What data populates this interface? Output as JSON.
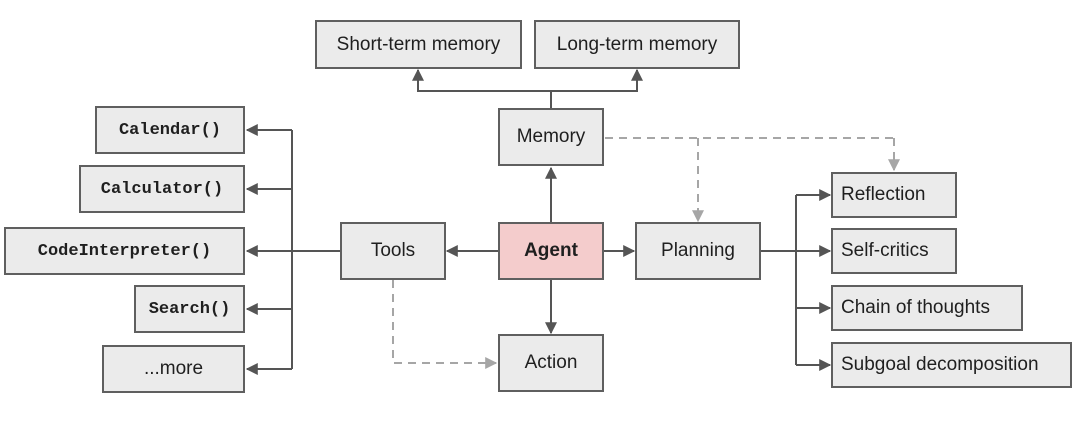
{
  "diagram": {
    "nodes": {
      "agent": "Agent",
      "memory": "Memory",
      "short_term_memory": "Short-term memory",
      "long_term_memory": "Long-term memory",
      "tools": "Tools",
      "planning": "Planning",
      "action": "Action",
      "calendar": "Calendar()",
      "calculator": "Calculator()",
      "code_interpreter": "CodeInterpreter()",
      "search": "Search()",
      "more": "...more",
      "reflection": "Reflection",
      "self_critics": "Self-critics",
      "chain_of_thoughts": "Chain of thoughts",
      "subgoal_decomposition": "Subgoal decomposition"
    },
    "colors": {
      "box_fill": "#ebebeb",
      "box_border": "#5f5f5f",
      "agent_fill": "#f4cccc",
      "solid_edge": "#555555",
      "dashed_edge": "#a6a6a6"
    }
  }
}
